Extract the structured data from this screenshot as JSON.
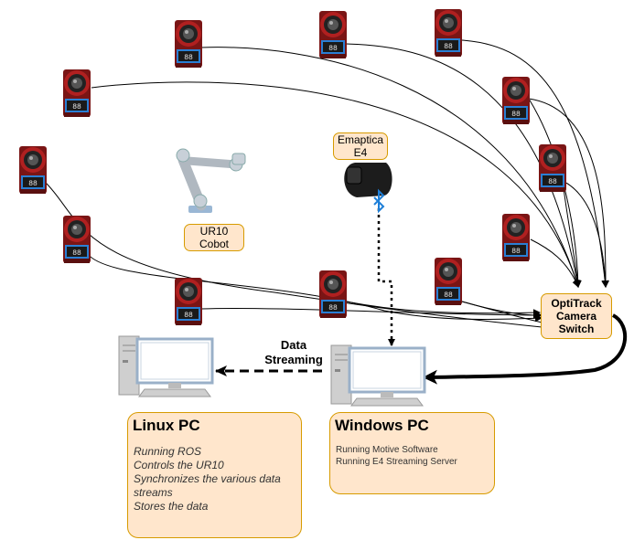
{
  "labels": {
    "emaptica": "Emaptica\nE4",
    "ur10": "UR10\nCobot",
    "switch": "OptiTrack\nCamera\nSwitch",
    "data_streaming": "Data\nStreaming"
  },
  "linux_pc": {
    "title": "Linux PC",
    "lines": [
      "Running ROS",
      "Controls the UR10",
      "Synchronizes the various data",
      "streams",
      "Stores the data"
    ]
  },
  "windows_pc": {
    "title": "Windows PC",
    "lines": [
      "Running Motive Software",
      "Running E4 Streaming Server"
    ]
  },
  "icons": [
    "optitrack-camera-icon",
    "robot-arm-icon",
    "wristband-icon",
    "bluetooth-icon",
    "desktop-computer-icon"
  ],
  "colors": {
    "box_fill": "#ffe6cc",
    "box_stroke": "#d79b00",
    "camera_red": "#8b1a1a",
    "camera_blue": "#2a7fd4",
    "computer_gray": "#c8c8c8",
    "monitor_border": "#6c8ebf",
    "bluetooth_blue": "#1e7fd8"
  }
}
